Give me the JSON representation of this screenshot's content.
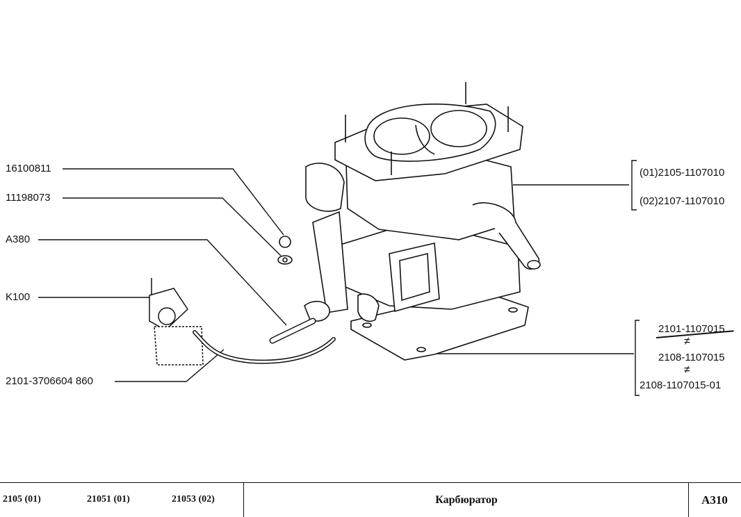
{
  "labels": {
    "left": [
      "16100811",
      "11198073",
      "A380",
      "K100",
      "2101-3706604  860"
    ],
    "right_group_1": [
      "(01)2105-1107010",
      "(02)2107-1107010"
    ],
    "right_group_2": [
      "2101-1107015",
      "2108-1107015",
      "2108-1107015-01"
    ],
    "not_interchangeable_symbol": "≠"
  },
  "footer": {
    "models": [
      "2105 (01)",
      "21051 (01)",
      "21053 (02)"
    ],
    "title": "Карбюратор",
    "code": "A310"
  }
}
